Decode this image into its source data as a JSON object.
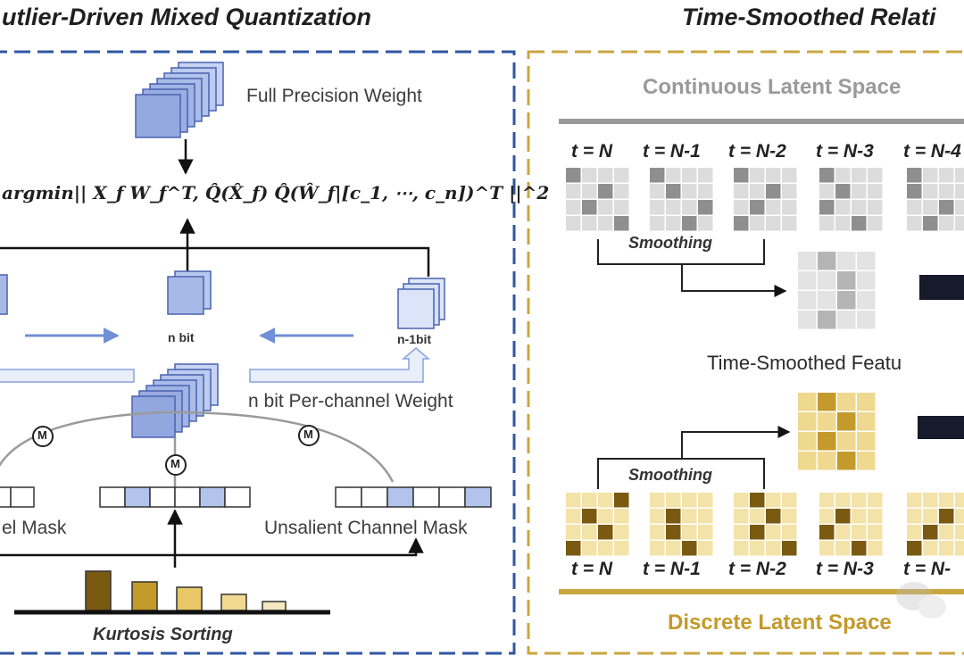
{
  "left_panel": {
    "title": "utlier-Driven Mixed Quantization",
    "full_precision_label": "Full Precision Weight",
    "equation": "argmin|| X_f W_f^T, Q̂(X̂_f) Q̂(Ŵ_f|[c_1, ⋯, c_n])^T ||^2",
    "n_bit_label": "n bit",
    "n_minus_1_bit_label": "n-1bit",
    "per_channel_label": "n bit Per-channel Weight",
    "left_mask_label": "el Mask",
    "unsalient_mask_label": "Unsalient Channel Mask",
    "merge_symbol": "M",
    "kurtosis_label": "Kurtosis Sorting"
  },
  "right_panel": {
    "title": "Time-Smoothed Relati",
    "continuous_label": "Continuous Latent Space",
    "time_steps_top": [
      "t = N",
      "t = N-1",
      "t = N-2",
      "t = N-3",
      "t = N-4"
    ],
    "smoothing_label": "Smoothing",
    "time_smoothed_label": "Time-Smoothed Featu",
    "time_steps_bottom": [
      "t = N",
      "t = N-1",
      "t = N-2",
      "t = N-3",
      "t = N-"
    ],
    "discrete_label": "Discrete Latent Space"
  },
  "colors": {
    "left_border": "#2f56a4",
    "right_border": "#c9a640",
    "weight_fill": "#a7b9e6",
    "weight_stroke": "#4a62b0",
    "gray_dark": "#8f8f8f",
    "gray_light": "#dcdcdc",
    "gold_dark": "#7a5a10",
    "gold_light": "#f3e3a8",
    "discrete_text": "#c39a2b"
  }
}
